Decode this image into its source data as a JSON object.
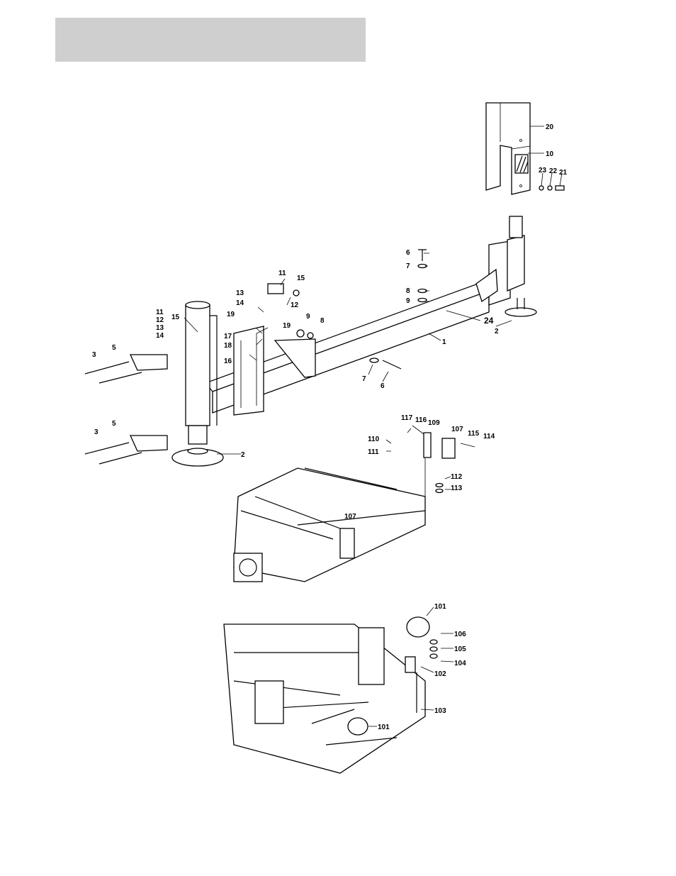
{
  "colors": {
    "header_block": "#cfcfcf",
    "ink": "#000000",
    "paper": "#ffffff"
  },
  "callouts": {
    "c1": "1",
    "c2a": "2",
    "c2b": "2",
    "c3a": "3",
    "c3b": "3",
    "c5a": "5",
    "c5b": "5",
    "c6a": "6",
    "c6b": "6",
    "c7a": "7",
    "c7b": "7",
    "c8a": "8",
    "c8b": "8",
    "c9a": "9",
    "c9b": "9",
    "c10": "10",
    "c11a": "11",
    "c11b": "11",
    "c12a": "12",
    "c12b": "12",
    "c13a": "13",
    "c13b": "13",
    "c14a": "14",
    "c14b": "14",
    "c15a": "15",
    "c15b": "15",
    "c16": "16",
    "c17": "17",
    "c18": "18",
    "c19a": "19",
    "c19b": "19",
    "c20": "20",
    "c21": "21",
    "c22": "22",
    "c23": "23",
    "c24": "24",
    "c101a": "101",
    "c101b": "101",
    "c102": "102",
    "c103": "103",
    "c104": "104",
    "c105": "105",
    "c106": "106",
    "c107a": "107",
    "c107b": "107",
    "c109": "109",
    "c110": "110",
    "c111": "111",
    "c112": "112",
    "c113": "113",
    "c114": "114",
    "c115": "115",
    "c116": "116",
    "c117": "117"
  }
}
